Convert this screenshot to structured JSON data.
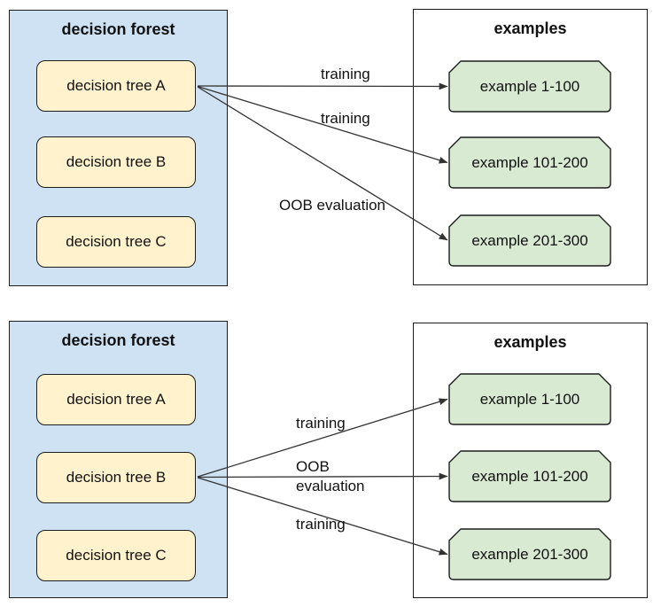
{
  "colors": {
    "forest_fill": "#cfe2f3",
    "tree_fill": "#fff2cc",
    "example_fill": "#d9ead3",
    "stroke": "#1c1c1c",
    "arrow_color": "#333333",
    "text": "#111111",
    "background": "#ffffff"
  },
  "panels": [
    {
      "forest": {
        "title": "decision forest",
        "trees": [
          "decision tree A",
          "decision tree B",
          "decision tree C"
        ]
      },
      "examples": {
        "title": "examples",
        "items": [
          "example 1-100",
          "example 101-200",
          "example 201-300"
        ]
      },
      "active_tree": "decision tree A",
      "arrows": [
        {
          "label": "training",
          "from": "decision tree A",
          "to": "example 1-100"
        },
        {
          "label": "training",
          "from": "decision tree A",
          "to": "example 101-200"
        },
        {
          "label": "OOB evaluation",
          "from": "decision tree A",
          "to": "example 201-300"
        }
      ]
    },
    {
      "forest": {
        "title": "decision forest",
        "trees": [
          "decision tree A",
          "decision tree B",
          "decision tree C"
        ]
      },
      "examples": {
        "title": "examples",
        "items": [
          "example 1-100",
          "example 101-200",
          "example 201-300"
        ]
      },
      "active_tree": "decision tree B",
      "arrows": [
        {
          "label": "training",
          "from": "decision tree B",
          "to": "example 1-100"
        },
        {
          "label": "OOB\nevaluation",
          "from": "decision tree B",
          "to": "example 101-200"
        },
        {
          "label": "training",
          "from": "decision tree B",
          "to": "example 201-300"
        }
      ]
    }
  ]
}
